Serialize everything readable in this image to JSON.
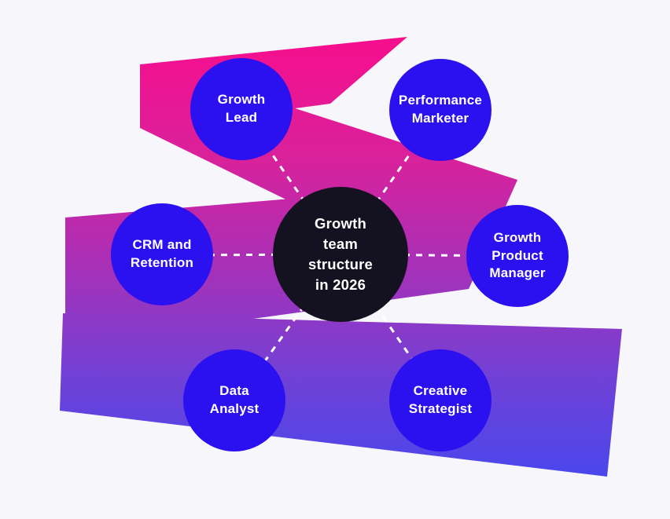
{
  "background_color": "#f7f6fb",
  "colors": {
    "satellite_node_fill": "#2b10f0",
    "center_node_fill": "#141120",
    "node_text": "#ffffff",
    "connector_line": "#ffffff",
    "ribbon_gradient": [
      "#f80d8c",
      "#d9219b",
      "#ac2fb5",
      "#7440d4",
      "#4747ee"
    ]
  },
  "center_node": {
    "label": "Growth team structure in 2026",
    "lines": [
      "Growth",
      "team",
      "structure",
      "in 2026"
    ]
  },
  "nodes": [
    {
      "id": "growth-lead",
      "label": "Growth Lead",
      "lines": [
        "Growth",
        "Lead"
      ]
    },
    {
      "id": "performance-marketer",
      "label": "Performance Marketer",
      "lines": [
        "Performance",
        "Marketer"
      ]
    },
    {
      "id": "crm-and-retention",
      "label": "CRM and Retention",
      "lines": [
        "CRM and",
        "Retention"
      ]
    },
    {
      "id": "growth-product-manager",
      "label": "Growth Product Manager",
      "lines": [
        "Growth",
        "Product",
        "Manager"
      ]
    },
    {
      "id": "data-analyst",
      "label": "Data Analyst",
      "lines": [
        "Data",
        "Analyst"
      ]
    },
    {
      "id": "creative-strategist",
      "label": "Creative Strategist",
      "lines": [
        "Creative",
        "Strategist"
      ]
    }
  ]
}
